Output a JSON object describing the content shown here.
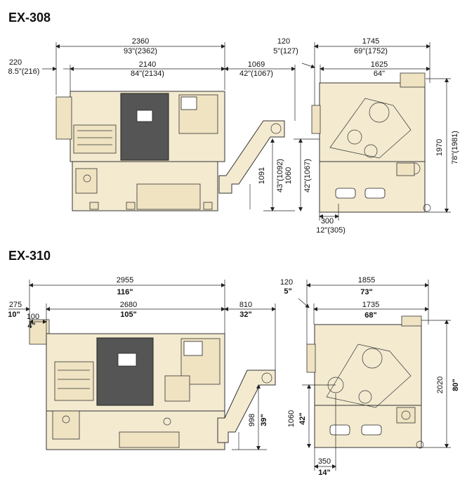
{
  "ex308": {
    "title": "EX-308",
    "front": {
      "overall_mm": "2360",
      "overall_in": "93\"(2362)",
      "body_mm": "2140",
      "body_in": "84\"(2134)",
      "left_mm": "220",
      "left_in": "8.5\"(216)",
      "conveyor_mm": "1069",
      "conveyor_in": "42\"(1067)",
      "conv_height_mm": "1091",
      "conv_height_in": "43\"(1092)",
      "spindle_height_mm": "1060",
      "spindle_height_in": "42\"(1067)"
    },
    "side": {
      "offset_mm": "120",
      "offset_in": "5\"(127)",
      "depth_mm": "1745",
      "depth_in": "69\"(1752)",
      "body_depth_mm": "1625",
      "body_depth_in": "64\"",
      "height_mm": "1970",
      "height_in": "78\"(1981)",
      "bottom_mm": "300",
      "bottom_in": "12\"(305)"
    }
  },
  "ex310": {
    "title": "EX-310",
    "front": {
      "overall_mm": "2955",
      "overall_in": "116\"",
      "body_mm": "2680",
      "body_in": "105\"",
      "left_mm": "275",
      "left_in": "10\"",
      "left2_mm": "100",
      "left2_in": "4\"",
      "conveyor_mm": "810",
      "conveyor_in": "32\"",
      "conv_height_mm": "998",
      "conv_height_in": "39\""
    },
    "side": {
      "offset_mm": "120",
      "offset_in": "5\"",
      "depth_mm": "1855",
      "depth_in": "73\"",
      "body_depth_mm": "1735",
      "body_depth_in": "68\"",
      "height_mm": "2020",
      "height_in": "80\"",
      "spindle_height_mm": "1060",
      "spindle_height_in": "42\"",
      "bottom_mm": "350",
      "bottom_in": "14\""
    }
  }
}
